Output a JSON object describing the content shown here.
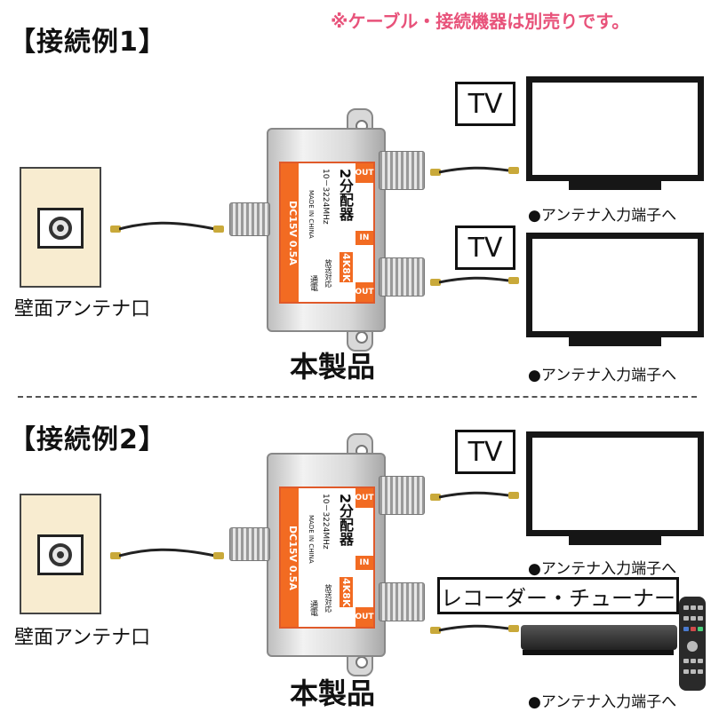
{
  "note": "※ケーブル・接続機器は別売りです。",
  "examples": [
    {
      "title": "【接続例1】",
      "wall_label": "壁面アンテナ口",
      "product_label": "本製品",
      "devices": [
        {
          "box_label": "TV",
          "caption": "●アンテナ入力端子へ"
        },
        {
          "box_label": "TV",
          "caption": "●アンテナ入力端子へ"
        }
      ]
    },
    {
      "title": "【接続例2】",
      "wall_label": "壁面アンテナ口",
      "product_label": "本製品",
      "devices": [
        {
          "box_label": "TV",
          "caption": "●アンテナ入力端子へ"
        },
        {
          "box_label": "レコーダー・チューナー",
          "caption": "●アンテナ入力端子へ"
        }
      ]
    }
  ],
  "splitter": {
    "badge": "4K8K",
    "badge_sub": "放送対応",
    "name": "2分配器",
    "freq": "10－3224MHz",
    "made": "MADE IN CHINA",
    "in": "IN",
    "out": "OUT",
    "dc": "DC15V 0.5A",
    "pass": "通電"
  },
  "icons": {
    "splitter": "splitter-icon",
    "tv": "tv-icon",
    "recorder": "recorder-icon",
    "remote": "remote-icon",
    "wall_socket": "antenna-socket-icon",
    "cable": "coax-cable-icon"
  }
}
